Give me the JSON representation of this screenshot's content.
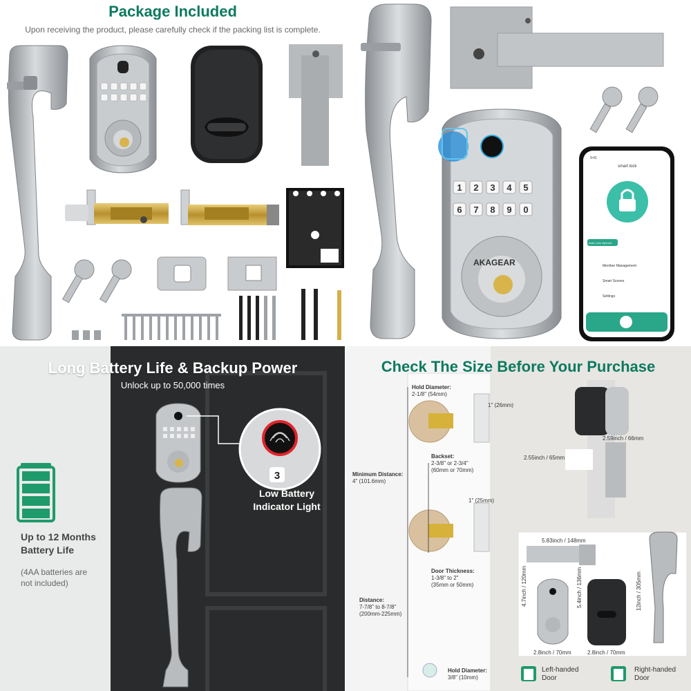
{
  "package": {
    "title": "Package Included",
    "subtitle": "Upon receiving the product, please carefully check if the packing list is complete."
  },
  "battery": {
    "title": "Long Battery Life & Backup Power",
    "subtitle": "Unlock up to 50,000 times",
    "months_line1": "Up to 12 Months",
    "months_line2": "Battery Life",
    "note_line1": "(4AA batteries are",
    "note_line2": "not included)",
    "led_line1": "Low Battery",
    "led_line2": "Indicator Light",
    "keypad_digit": "3"
  },
  "product": {
    "brand": "AKAGEAR",
    "keypad_row1": [
      "1",
      "2",
      "3",
      "4",
      "5"
    ],
    "keypad_row2": [
      "6",
      "7",
      "8",
      "9",
      "0"
    ]
  },
  "phone": {
    "time": "9:41",
    "header": "smart lock",
    "status": "Auto Lock Opened",
    "menu": [
      "Member Management",
      "Smart Scenes",
      "Settings"
    ]
  },
  "size": {
    "title": "Check The Size Before Your Purchase",
    "hold_diameter_label": "Hold Diameter:",
    "hold_diameter_value": "2-1/8\" (54mm)",
    "backset_label": "Backset:",
    "backset_value1": "2-3/8\" or 2-3/4\"",
    "backset_value2": "(60mm or 70mm)",
    "min_distance_label": "Minimum Distance:",
    "min_distance_value": "4\" (101.6mm)",
    "door_thickness_label": "Door Thickness:",
    "door_thickness_value1": "1-3/8\" to 2\"",
    "door_thickness_value2": "(35mm or 50mm)",
    "distance_label": "Distance:",
    "distance_value1": "7-7/8\" to 8-7/8\"",
    "distance_value2": "(200mm-225mm)",
    "hold_diameter2_label": "Hold Diameter:",
    "hold_diameter2_value": "3/8\" (10mm)",
    "dim_1in_26": "1\" (26mm)",
    "dim_1in_25": "1\" (25mm)",
    "dim_259": "2.59inch / 66mm",
    "dim_255": "2.55inch / 65mm",
    "dim_583": "5.83inch / 148mm",
    "dim_47": "4.7inch / 120mm",
    "dim_54": "5.4inch / 136mm",
    "dim_28a": "2.8inch / 70mm",
    "dim_28b": "2.8inch / 70mm",
    "dim_12": "12inch / 305mm",
    "left_door_1": "Left-handed",
    "left_door_2": "Door",
    "right_door_1": "Right-handed",
    "right_door_2": "Door"
  },
  "colors": {
    "brand_green": "#0d7a5f",
    "battery_green": "#1f9a6b",
    "app_teal": "#3cbfa8",
    "satin_nickel": "#b9bcbf",
    "door_black": "#2a2b2c"
  }
}
